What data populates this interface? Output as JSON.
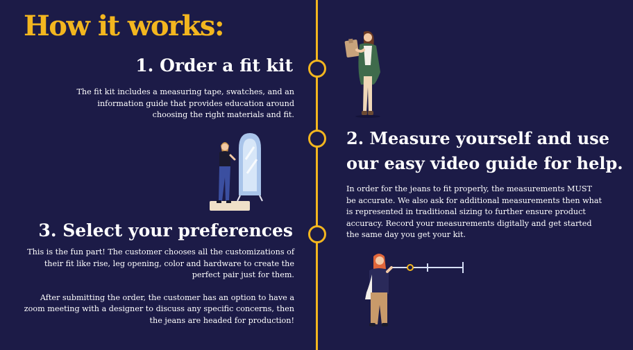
{
  "title": "How it works:",
  "colors": {
    "background": "#1c1b47",
    "accent": "#f3b61f",
    "text": "#ffffff"
  },
  "steps": [
    {
      "heading": "1. Order a fit kit",
      "body": "The fit kit includes a measuring tape, swatches, and an information guide that provides education around choosing the right materials and fit."
    },
    {
      "heading_line1": "2. Measure yourself and use",
      "heading_line2": "our easy video guide for help.",
      "body": "In order for the jeans to fit properly, the measurements MUST be accurate. We also ask for additional measurements then what is represented in traditional sizing to further ensure product accuracy. Record your measurements digitally and get started the same day you get your kit."
    },
    {
      "heading": "3. Select your preferences",
      "body_p1": "This is the fun part! The customer chooses all the customizations of their fit like rise, leg opening, color and hardware to create the perfect pair just for them.",
      "body_p2": "After submitting the order, the customer has an option to have a zoom meeting with a designer to discuss any specific concerns, then the jeans are headed for production!"
    }
  ],
  "illustrations": [
    "woman-with-box-icon",
    "woman-at-mirror-icon",
    "woman-measuring-icon"
  ]
}
